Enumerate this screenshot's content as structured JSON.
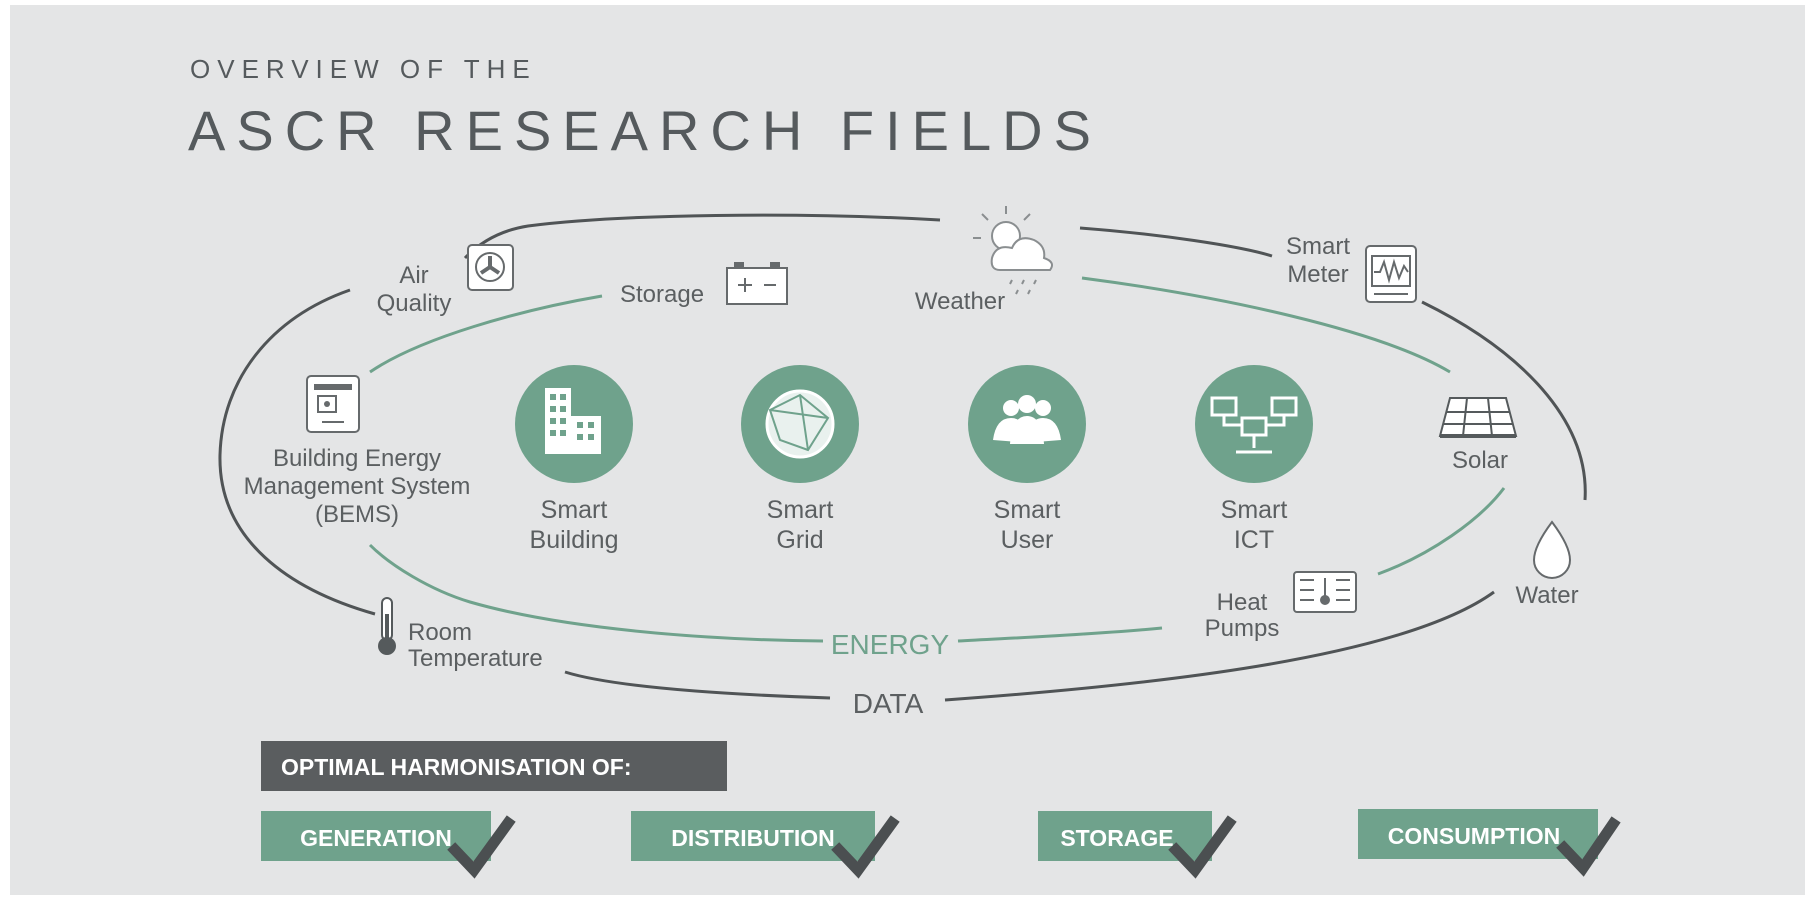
{
  "header": {
    "subtitle": "OVERVIEW OF THE",
    "title": "ASCR RESEARCH FIELDS"
  },
  "rings": {
    "energy_label": "ENERGY",
    "data_label": "DATA",
    "energy_color": "#6fa28c",
    "data_color": "#505456"
  },
  "hubs": [
    {
      "line1": "Smart",
      "line2": "Building",
      "icon": "building-icon"
    },
    {
      "line1": "Smart",
      "line2": "Grid",
      "icon": "globe-network-icon"
    },
    {
      "line1": "Smart",
      "line2": "User",
      "icon": "users-icon"
    },
    {
      "line1": "Smart",
      "line2": "ICT",
      "icon": "network-computers-icon"
    }
  ],
  "fields": {
    "air_quality": {
      "line1": "Air",
      "line2": "Quality",
      "icon": "fan-icon"
    },
    "storage": {
      "line1": "Storage",
      "icon": "battery-icon"
    },
    "weather": {
      "line1": "Weather",
      "icon": "weather-icon"
    },
    "smart_meter": {
      "line1": "Smart",
      "line2": "Meter",
      "icon": "meter-icon"
    },
    "bems": {
      "line1": "Building Energy",
      "line2": "Management System",
      "line3": "(BEMS)",
      "icon": "control-panel-icon"
    },
    "solar": {
      "line1": "Solar",
      "icon": "solar-panel-icon"
    },
    "water": {
      "line1": "Water",
      "icon": "water-drop-icon"
    },
    "heat_pumps": {
      "line1": "Heat",
      "line2": "Pumps",
      "icon": "heat-pump-icon"
    },
    "room_temperature": {
      "line1": "Room",
      "line2": "Temperature",
      "icon": "thermometer-icon"
    }
  },
  "harmonisation": {
    "header": "OPTIMAL HARMONISATION OF:",
    "items": [
      "GENERATION",
      "DISTRIBUTION",
      "STORAGE",
      "CONSUMPTION"
    ],
    "accent": "#6fa28c",
    "header_color": "#5a5d5f",
    "check_color": "#4b4f51"
  }
}
